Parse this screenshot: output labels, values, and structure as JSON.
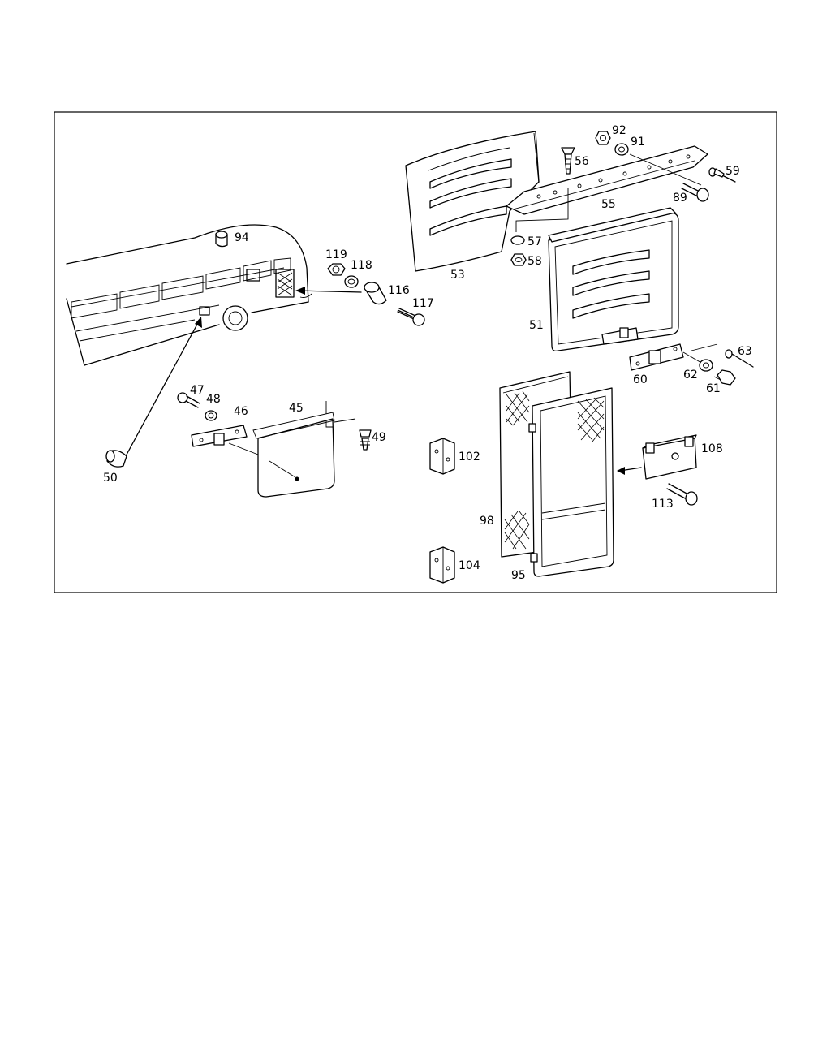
{
  "diagram": {
    "labels": {
      "p45": "45",
      "p46": "46",
      "p47": "47",
      "p48": "48",
      "p49": "49",
      "p50": "50",
      "p51": "51",
      "p53": "53",
      "p55": "55",
      "p56": "56",
      "p57": "57",
      "p58": "58",
      "p59": "59",
      "p60": "60",
      "p61": "61",
      "p62": "62",
      "p63": "63",
      "p89": "89",
      "p91": "91",
      "p92": "92",
      "p94": "94",
      "p95": "95",
      "p98": "98",
      "p102": "102",
      "p104": "104",
      "p108": "108",
      "p113": "113",
      "p116": "116",
      "p117": "117",
      "p118": "118",
      "p119": "119"
    },
    "parts": {
      "bus": "bus-body-side",
      "flap": "vent-flap",
      "louver_panel": "louver-panel",
      "hinge_strip": "piano-hinge",
      "louver_door": "louver-door",
      "screen_door": "screen-door",
      "screen_mesh": "screen-mesh"
    }
  }
}
